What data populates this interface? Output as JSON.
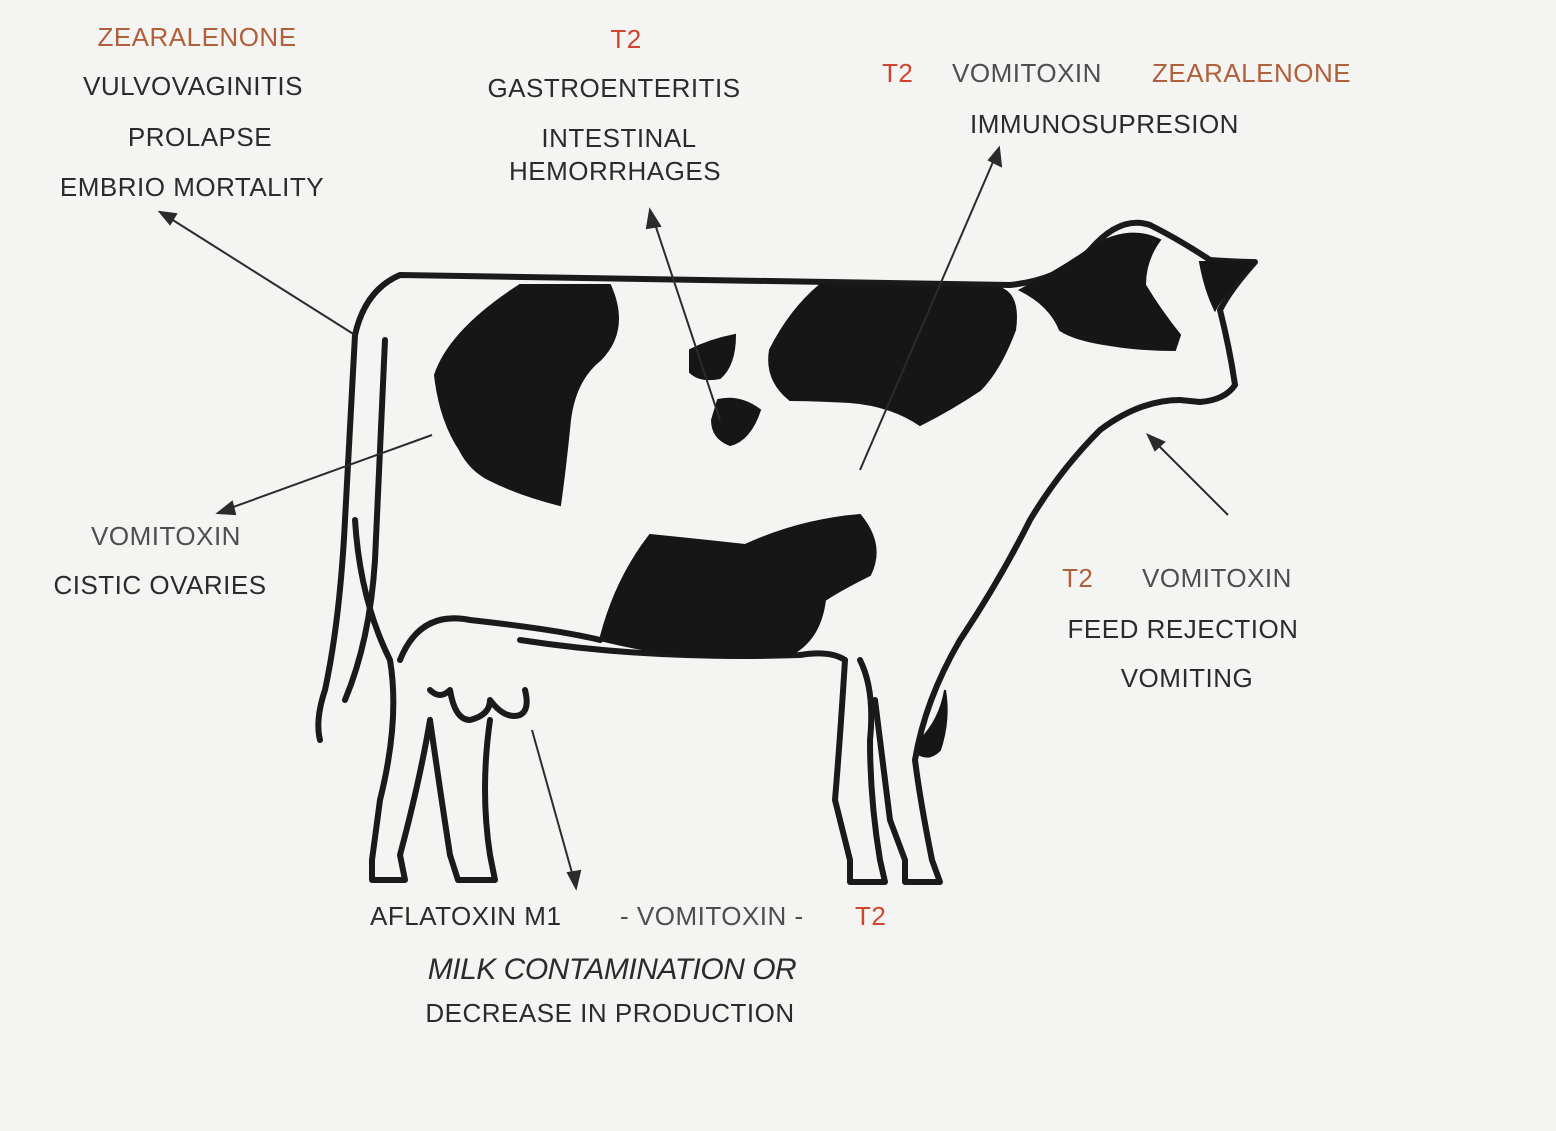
{
  "labels": {
    "reproductive": {
      "toxin": "ZEARALENONE",
      "effects": [
        "VULVOVAGINITIS",
        "PROLAPSE",
        "EMBRIO  MORTALITY"
      ]
    },
    "digestive": {
      "toxin": "T2",
      "effects": [
        "GASTROENTERITIS",
        "INTESTINAL",
        "HEMORRHAGES"
      ]
    },
    "immune": {
      "toxins": [
        "T2",
        "VOMITOXIN",
        "ZEARALENONE"
      ],
      "effect": "IMMUNOSUPRESION"
    },
    "ovaries": {
      "toxin": "VOMITOXIN",
      "effect": "CISTIC OVARIES"
    },
    "feeding": {
      "toxins": [
        "T2",
        "VOMITOXIN"
      ],
      "effects": [
        "FEED REJECTION",
        "VOMITING"
      ]
    },
    "milk": {
      "toxins": [
        "AFLATOXIN M1",
        "- VOMITOXIN -",
        "T2"
      ],
      "effect_main": "MILK CONTAMINATION  OR",
      "effect_sub": "DECREASE IN PRODUCTION"
    }
  },
  "colors": {
    "background": "#f4f4f2",
    "outline": "#1a1a1a",
    "spots": "#161616",
    "label_text": "#2b2b2b",
    "toxin_orange": "#b0603a",
    "toxin_red": "#d0452e"
  }
}
